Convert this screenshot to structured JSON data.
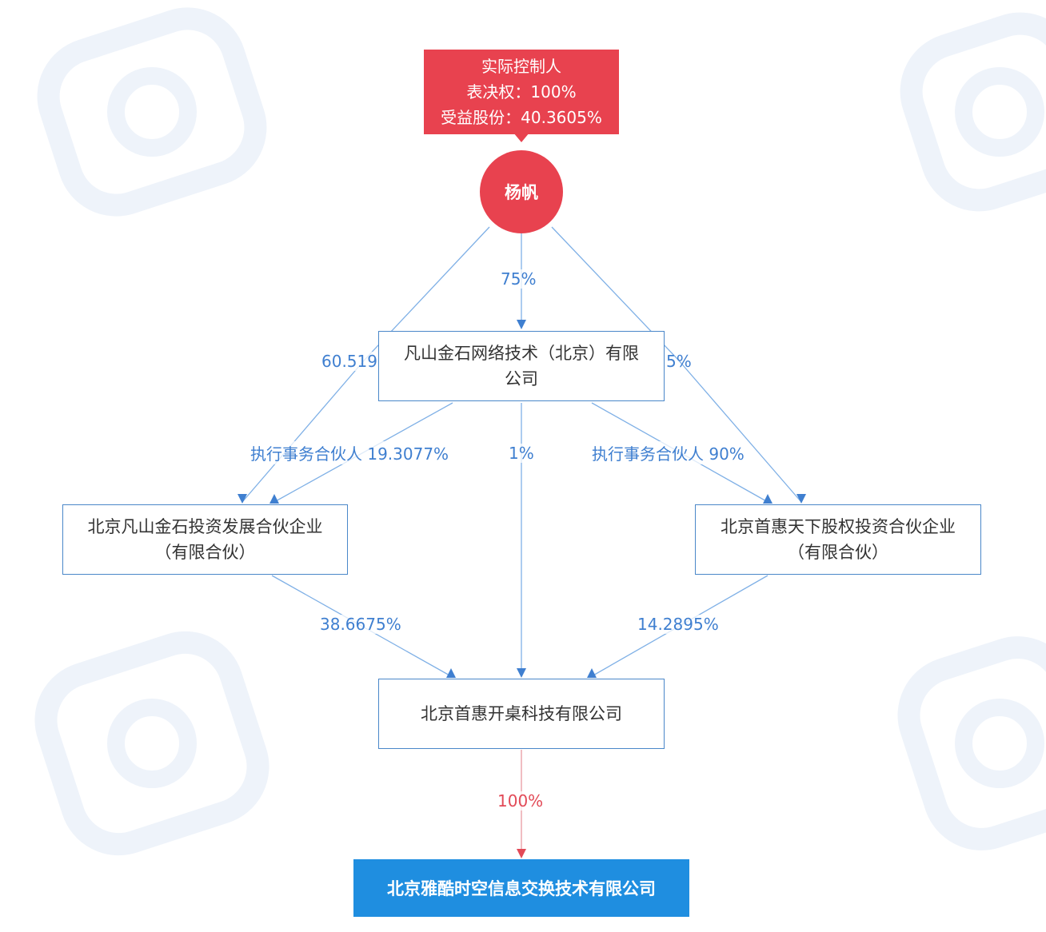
{
  "controller_tag": {
    "title": "实际控制人",
    "voting": "表决权：100%",
    "beneficial": "受益股份：40.3605%"
  },
  "person": {
    "name": "杨帆"
  },
  "entities": {
    "fanshan_tech": "凡山金石网络技术（北京）有限公司",
    "fanshan_invest": "北京凡山金石投资发展合伙企业（有限合伙）",
    "shouhui_equity": "北京首惠天下股权投资合伙企业（有限合伙）",
    "shouhui_kaizhuo": "北京首惠开桌科技有限公司",
    "target": "北京雅酷时空信息交换技术有限公司"
  },
  "edges": {
    "person_to_tech": "75%",
    "person_to_fanshan_invest": "60.519",
    "person_to_shouhui_equity": "5%",
    "tech_to_fanshan_invest": "执行事务合伙人 19.3077%",
    "tech_to_kaizhuo": "1%",
    "tech_to_shouhui_equity": "执行事务合伙人 90%",
    "fanshan_invest_to_kaizhuo": "38.6675%",
    "shouhui_equity_to_kaizhuo": "14.2895%",
    "kaizhuo_to_target": "100%"
  },
  "colors": {
    "line_blue": "#6aa3e0",
    "arrow_blue": "#3f7fd0",
    "controller_red": "#e8424f",
    "target_blue": "#1f8ee0",
    "box_border": "#4a87c9"
  }
}
